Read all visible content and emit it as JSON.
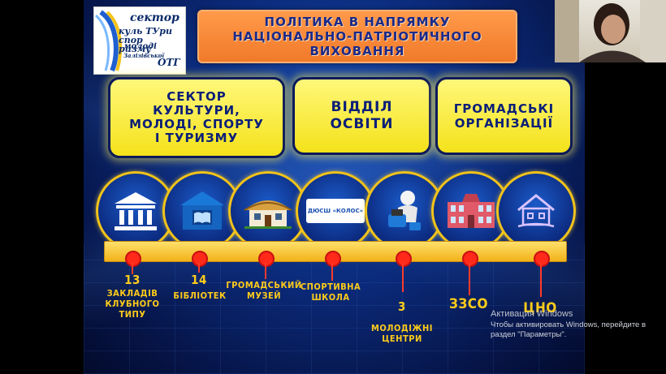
{
  "title": "ПОЛІТИКА  В  НАПРЯМКУ\nНАЦІОНАЛЬНО-ПАТРІОТИЧНОГО\nВИХОВАННЯ",
  "logo": {
    "line1": "сектор",
    "line2": "куль ТУри спор ризму",
    "line3": "молоді",
    "line4": "Залізівської",
    "line5": "ОТГ"
  },
  "boxes": [
    {
      "label": "СЕКТОР\nКУЛЬТУРИ,\nМОЛОДІ, СПОРТУ\nІ  ТУРИЗМУ"
    },
    {
      "label": "ВІДДІЛ\nОСВІТИ"
    },
    {
      "label": "ГРОМАДСЬКІ\nОРГАНІЗАЦІЇ"
    }
  ],
  "circles": [
    {
      "icon": "columns-building-icon"
    },
    {
      "icon": "library-building-icon"
    },
    {
      "icon": "museum-hut-icon"
    },
    {
      "icon": "sports-school-logo-icon",
      "text": "ДЮСШ «КОЛОС»"
    },
    {
      "icon": "youth-center-figure-icon"
    },
    {
      "icon": "school-building-icon"
    },
    {
      "icon": "house-book-icon"
    }
  ],
  "labels": [
    {
      "num": "13",
      "text": "ЗАКЛАДІВ\nКЛУБНОГО ТИПУ"
    },
    {
      "num": "14",
      "text": "БІБЛІОТЕК"
    },
    {
      "num": "",
      "text": "ГРОМАДСЬКИЙ\nМУЗЕЙ"
    },
    {
      "num": "",
      "text": "СПОРТИВНА\nШКОЛА"
    },
    {
      "num": "3",
      "text": "МОЛОДІЖНІ\nЦЕНТРИ"
    },
    {
      "num": "",
      "text": "ЗЗСО"
    },
    {
      "num": "",
      "text": "ЦНО"
    }
  ],
  "watermark": {
    "line1": "Активация Windows",
    "line2": "Чтобы активировать Windows, перейдите в\nраздел \"Параметры\"."
  },
  "colors": {
    "background": "#0b2a7a",
    "title_box": "#f07a2a",
    "yellow_box": "#f4e21a",
    "accent_gold": "#f1c31a",
    "dot_red": "#ff2a1a"
  }
}
